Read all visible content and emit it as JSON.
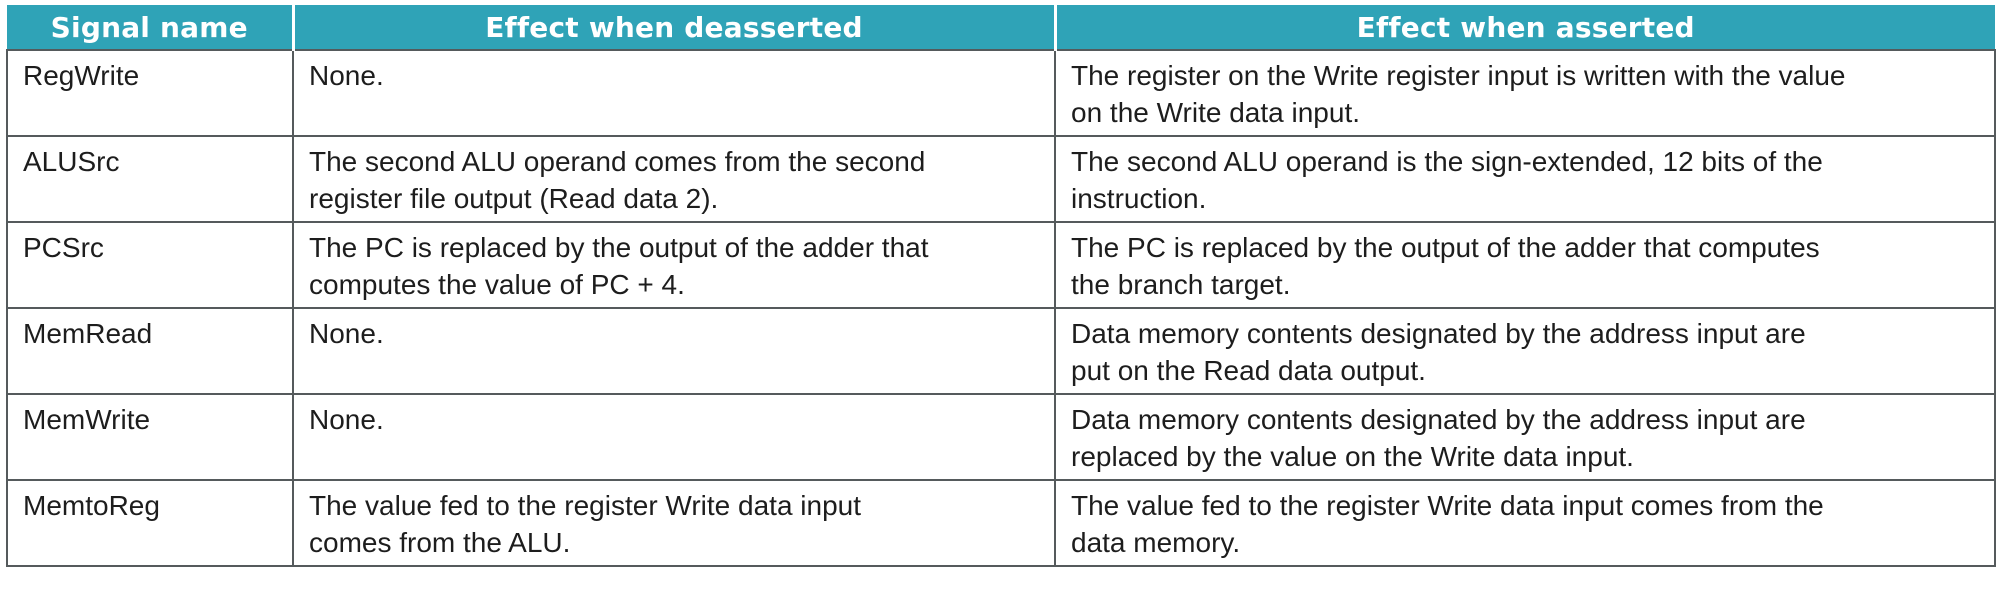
{
  "table": {
    "headers": [
      "Signal name",
      "Effect when deasserted",
      "Effect when asserted"
    ],
    "rows": [
      {
        "signal": "RegWrite",
        "deasserted": "None.",
        "asserted": [
          "The register on the Write register input is written with the value",
          "on the Write data input."
        ]
      },
      {
        "signal": "ALUSrc",
        "deasserted": [
          "The second ALU operand comes from the second",
          "register file output (Read data 2)."
        ],
        "asserted": [
          "The second ALU operand is the sign-extended, 12 bits of the",
          "instruction."
        ]
      },
      {
        "signal": "PCSrc",
        "deasserted": [
          "The PC is replaced by the output of the adder that",
          "computes the value of PC + 4."
        ],
        "asserted": [
          "The PC is replaced by the output of the adder that computes",
          "the branch target."
        ]
      },
      {
        "signal": "MemRead",
        "deasserted": "None.",
        "asserted": [
          "Data memory contents designated by the address input are",
          "put on the Read data output."
        ]
      },
      {
        "signal": "MemWrite",
        "deasserted": "None.",
        "asserted": [
          "Data memory contents designated by the address input are",
          "replaced by the value on the Write data input."
        ]
      },
      {
        "signal": "MemtoReg",
        "deasserted": [
          "The value fed to the register Write data input",
          "comes from the ALU."
        ],
        "asserted": [
          "The value fed to the register Write data input comes from the",
          "data memory."
        ]
      }
    ]
  },
  "colors": {
    "header_bg": "#2fa3b7",
    "header_text": "#ffffff",
    "border": "#555a5c",
    "body_text": "#1d1d1d"
  }
}
